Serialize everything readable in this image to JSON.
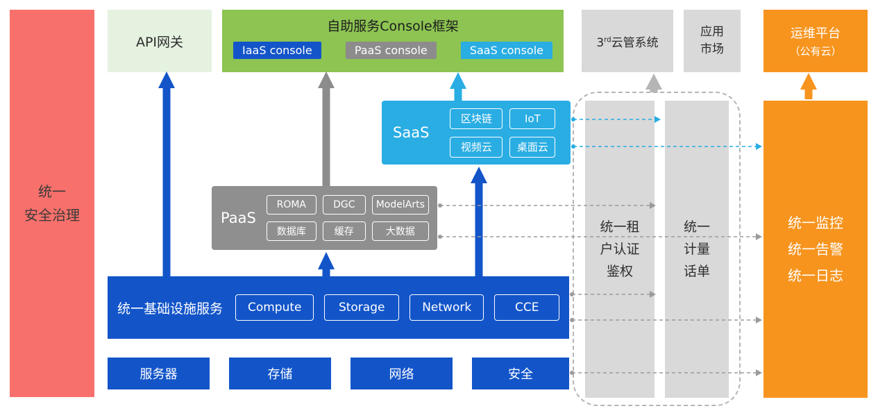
{
  "palette": {
    "blue": "#1355C9",
    "green": "#8DC452",
    "light_green": "#E5F2E0",
    "cyan": "#29ADE3",
    "gray": "#8F8F8F",
    "light_gray": "#D9D9D9",
    "orange": "#F7941E",
    "red": "#F8706B"
  },
  "left_bar": {
    "lines": [
      "统一",
      "安全治理"
    ]
  },
  "api_gateway": {
    "label": "API网关"
  },
  "console": {
    "title": "自助服务Console框架",
    "buttons": [
      "IaaS console",
      "PaaS console",
      "SaaS console"
    ]
  },
  "third_party": {
    "prefix": "3",
    "sup": "rd",
    "rest": "云管系统"
  },
  "app_market": {
    "lines": [
      "应用",
      "市场"
    ]
  },
  "om_platform": {
    "lines": [
      "运维平台",
      "（公有云）"
    ]
  },
  "saas": {
    "label": "SaaS",
    "items": [
      "区块链",
      "IoT",
      "视频云",
      "桌面云"
    ]
  },
  "paas": {
    "label": "PaaS",
    "items": [
      "ROMA",
      "DGC",
      "ModelArts",
      "数据库",
      "缓存",
      "大数据"
    ]
  },
  "infra": {
    "label": "统一基础设施服务",
    "items": [
      "Compute",
      "Storage",
      "Network",
      "CCE"
    ]
  },
  "bottom_row": [
    "服务器",
    "存储",
    "网络",
    "安全"
  ],
  "auth_bar": {
    "lines": [
      "统一租",
      "户认证",
      "鉴权"
    ]
  },
  "metering_bar": {
    "lines": [
      "统一",
      "计量",
      "话单"
    ]
  },
  "monitor_box": {
    "lines": [
      "统一监控",
      "统一告警",
      "统一日志"
    ]
  }
}
